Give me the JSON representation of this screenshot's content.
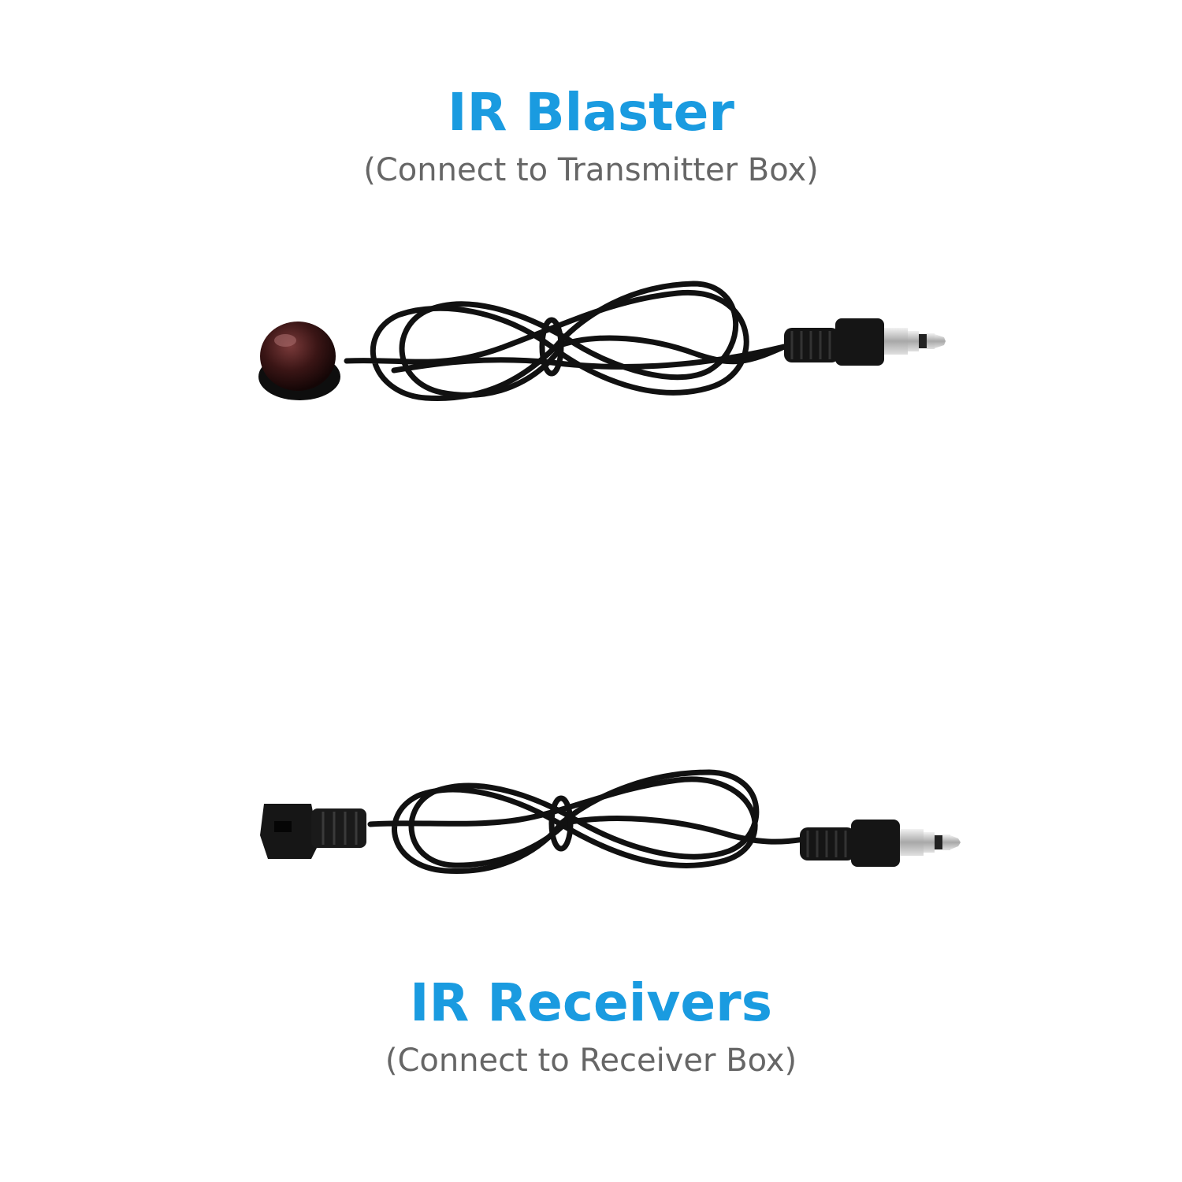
{
  "blaster": {
    "title": "IR Blaster",
    "subtitle": "(Connect to Transmitter Box)"
  },
  "receiver": {
    "title": "IR Receivers",
    "subtitle": "(Connect to Receiver Box)"
  },
  "colors": {
    "headline": "#1a9be0",
    "subline": "#666666",
    "cable": "#111111",
    "jack_metal": "#c9c9c9"
  },
  "icons": [
    "ir-blaster-cable-icon",
    "ir-receiver-cable-icon",
    "audio-jack-icon"
  ]
}
